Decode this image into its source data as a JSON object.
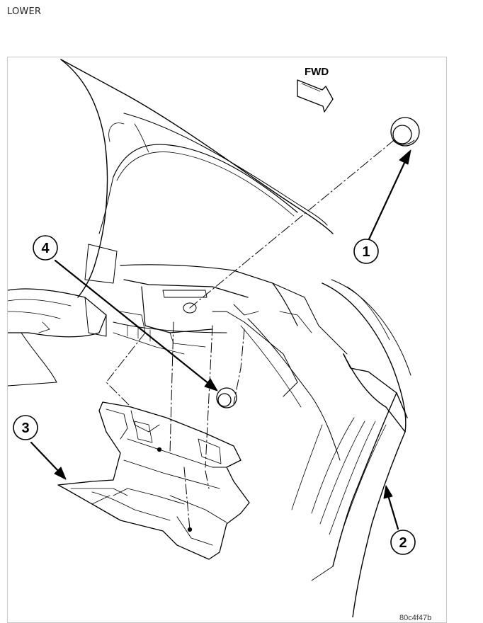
{
  "header": {
    "title": "LOWER"
  },
  "figure": {
    "direction_label": "FWD",
    "callouts": [
      "1",
      "2",
      "3",
      "4"
    ],
    "figure_code": "80c4f47b"
  },
  "colors": {
    "line": "#000000",
    "frame": "#c8c8c8",
    "background": "#ffffff"
  }
}
